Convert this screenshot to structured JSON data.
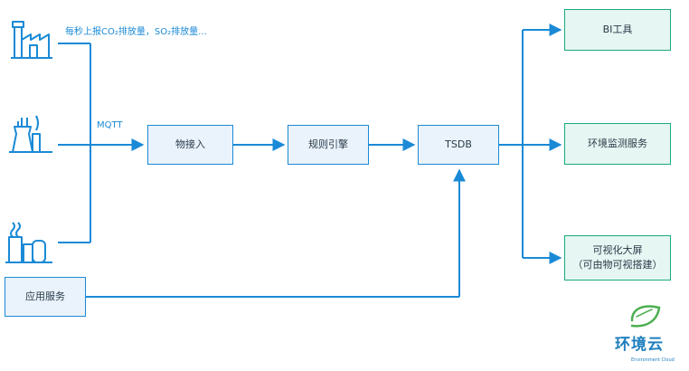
{
  "annotation": "每秒上报CO₂排放量，SO₂排放量...",
  "protocol": "MQTT",
  "nodes": {
    "ingest": "物接入",
    "rules": "规则引擎",
    "tsdb": "TSDB",
    "app": "应用服务"
  },
  "outputs": {
    "bi": "BI工具",
    "monitor": "环境监测服务",
    "viz_line1": "可视化大屏",
    "viz_line2": "（可由物可视搭建）"
  },
  "logo": {
    "name": "环境云",
    "tagline": "Environment Cloud"
  },
  "icons": [
    "factory-icon",
    "power-plant-icon",
    "refinery-icon",
    "leaf-icon"
  ],
  "colors": {
    "line": "#1a8ad6",
    "box_fill": "#eaf3fb",
    "out_border": "#1aa97e",
    "out_fill": "#e6f6f2",
    "leaf": "#4caf50"
  }
}
